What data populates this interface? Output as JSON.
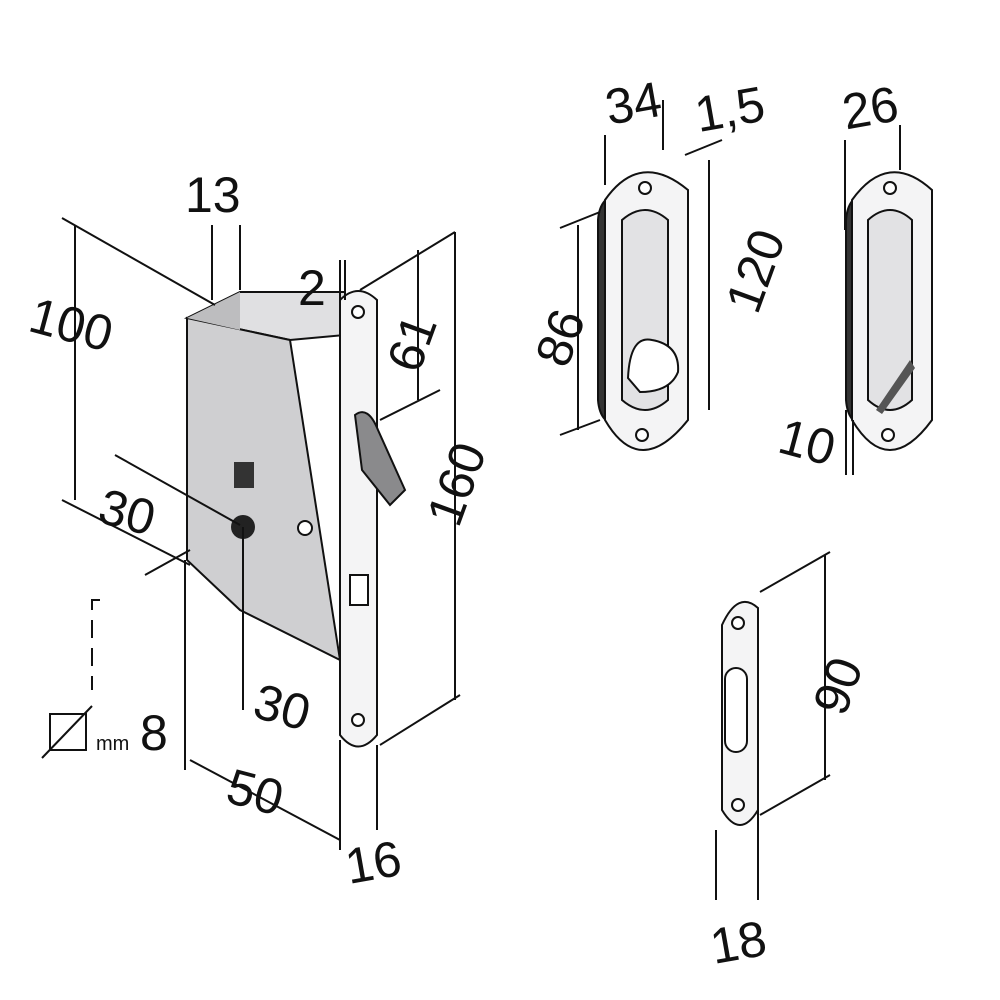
{
  "colors": {
    "body": "#cfcfd1",
    "plate": "#f4f4f5",
    "shadow": "#8a8a8c",
    "line": "#111111"
  },
  "lock_body": {
    "thickness": "13",
    "height": "100",
    "backset_top": "30",
    "faceplate_thickness": "2",
    "latch_offset": "61",
    "faceplate_height": "160",
    "spindle_offset": "30",
    "backset": "50",
    "faceplate_width": "16",
    "square_unit": "mm",
    "square_size": "8"
  },
  "handle_with_turn": {
    "width": "34",
    "depth": "1,5",
    "length": "120",
    "recess": "86"
  },
  "handle_plain": {
    "width": "26",
    "depth": "10"
  },
  "strike_plate": {
    "length": "90",
    "width": "18"
  }
}
